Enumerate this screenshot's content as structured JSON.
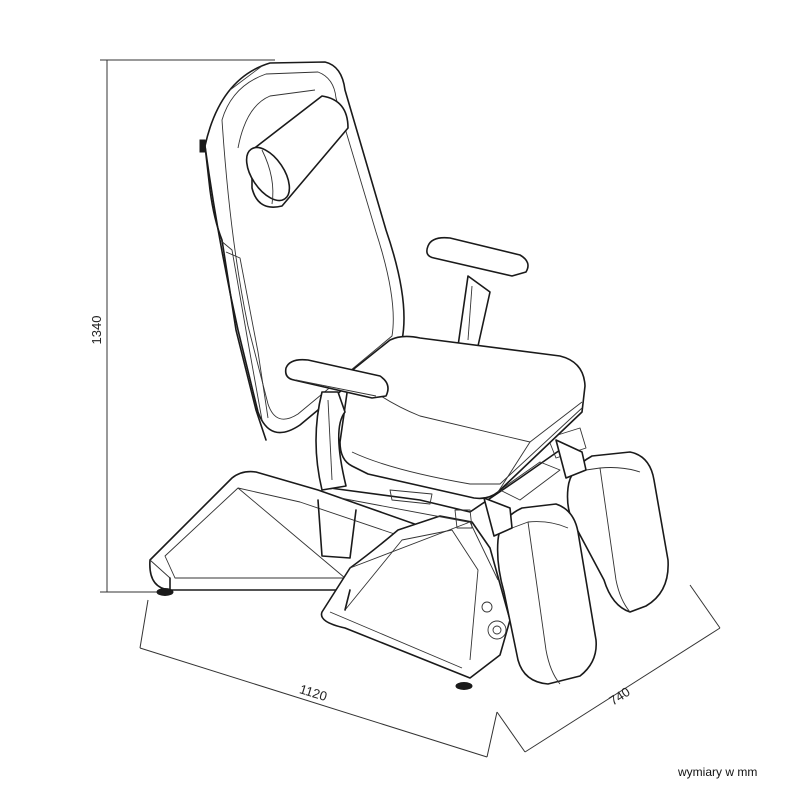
{
  "dimensions": {
    "height": "1340",
    "length": "1120",
    "width": "740"
  },
  "units_note": "wymiary w mm"
}
